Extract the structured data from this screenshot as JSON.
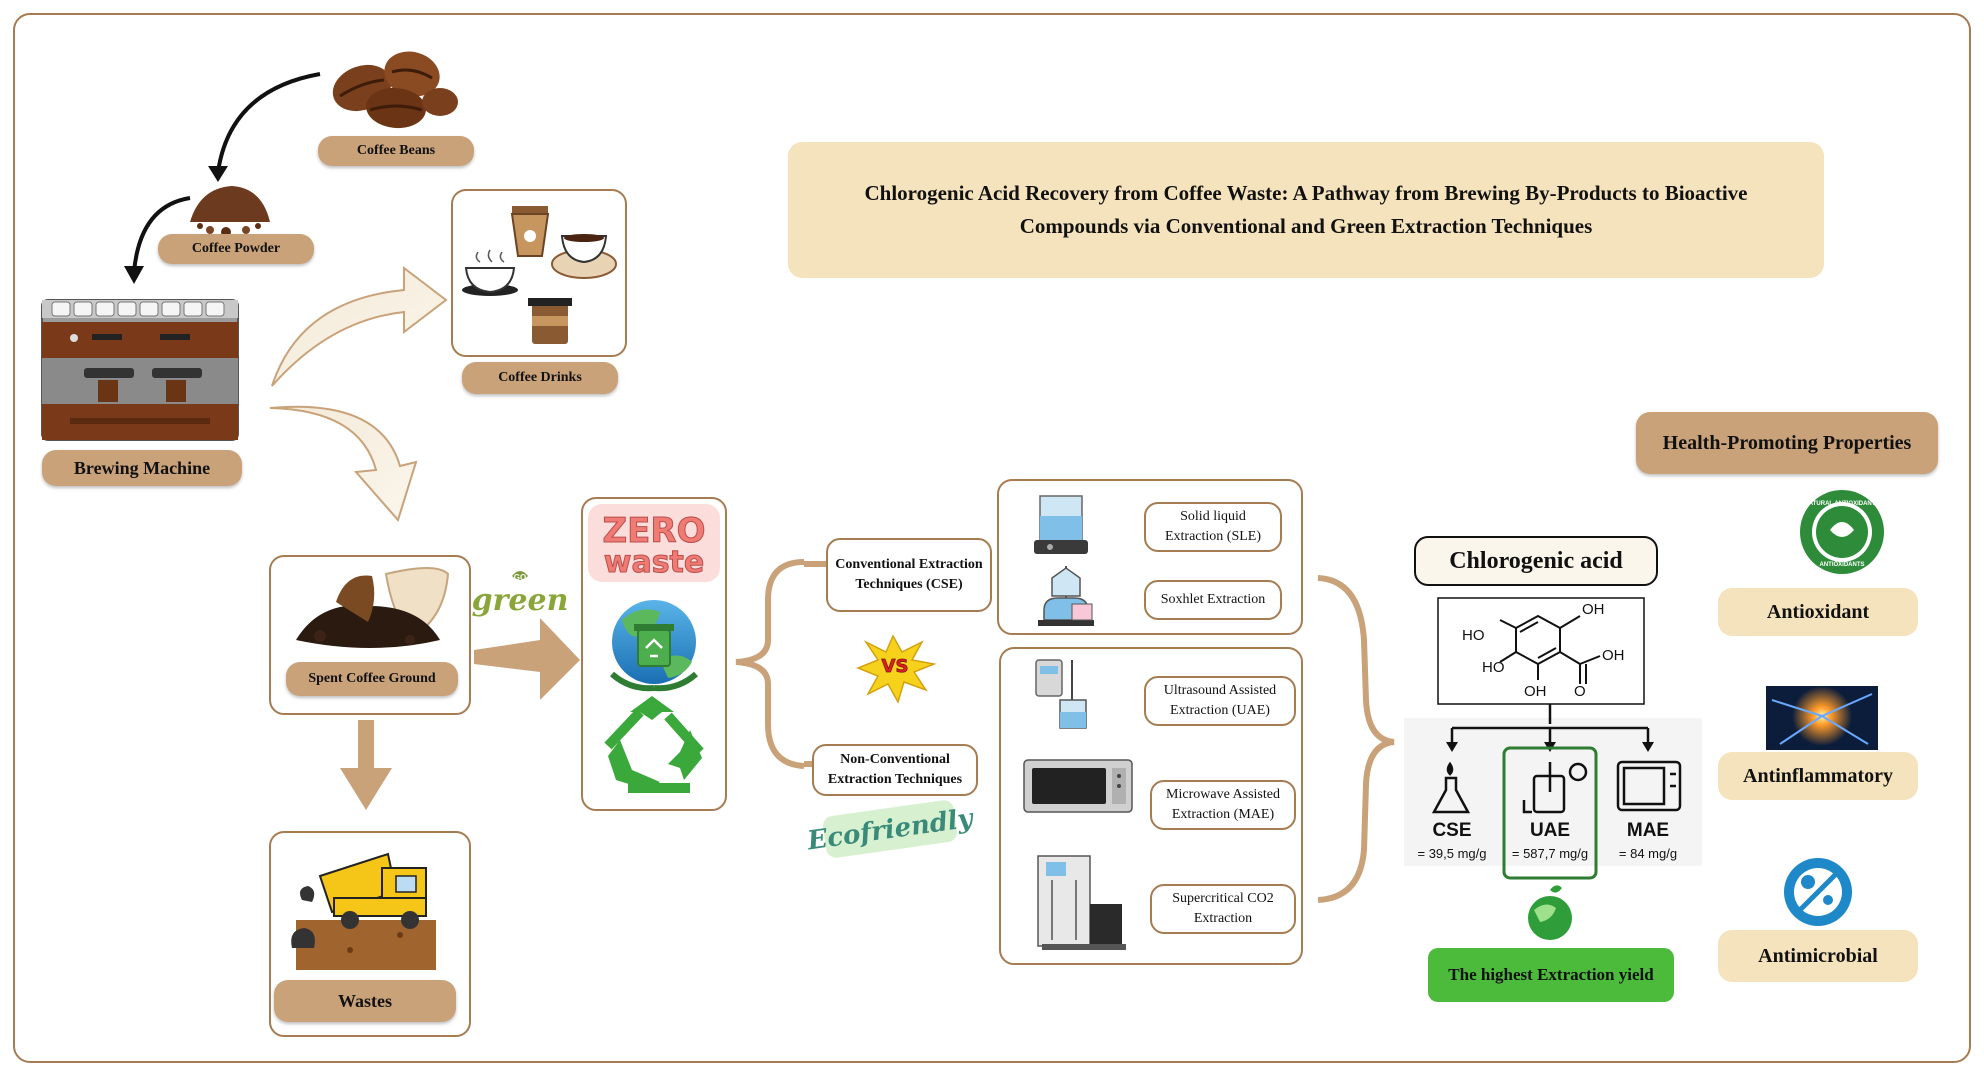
{
  "title": "Chlorogenic Acid Recovery from Coffee Waste: A Pathway from Brewing By-Products to Bioactive Compounds via Conventional and Green Extraction Techniques",
  "sources": {
    "coffee_beans": "Coffee Beans",
    "coffee_powder": "Coffee Powder",
    "brewing_machine": "Brewing Machine",
    "coffee_drinks": "Coffee Drinks",
    "spent_coffee_ground": "Spent Coffee Ground",
    "wastes": "Wastes"
  },
  "green_labels": {
    "go_green": "green",
    "go_prefix": "GO",
    "zero_waste_line1": "ZERO",
    "zero_waste_line2": "waste",
    "ecofriendly": "Ecofriendly",
    "vs": "VS"
  },
  "techniques": {
    "conventional": "Conventional Extraction Techniques (CSE)",
    "non_conventional": "Non-Conventional Extraction Techniques",
    "sle": "Solid liquid Extraction (SLE)",
    "soxhlet": "Soxhlet Extraction",
    "uae": "Ultrasound Assisted Extraction (UAE)",
    "mae": "Microwave Assisted Extraction (MAE)",
    "sc_co2": "Supercritical CO2 Extraction"
  },
  "chlorogenic": {
    "title": "Chlorogenic acid",
    "groups": {
      "oh_top": "OH",
      "ho_left": "HO",
      "ho_bottom": "HO",
      "oh_right": "OH",
      "oh_low": "OH",
      "o": "O"
    },
    "methods": [
      {
        "name": "CSE",
        "value": "= 39,5 mg/g"
      },
      {
        "name": "UAE",
        "value": "= 587,7 mg/g"
      },
      {
        "name": "MAE",
        "value": "= 84 mg/g"
      }
    ],
    "highest_label": "The highest Extraction yield"
  },
  "health": {
    "title": "Health-Promoting Properties",
    "antioxidant": "Antioxidant",
    "antinflammatory": "Antinflammatory",
    "antimicrobial": "Antimicrobial",
    "badge_text": "NATURAL ANTIOXIDANTS",
    "badge_center": "ANTIOXIDANTS"
  },
  "colors": {
    "brown_pill": "#c9a27a",
    "box_border": "#a67c52",
    "cream": "#f5e3bd",
    "green_cta": "#4cbb3c",
    "dark_green": "#2e7d32",
    "microbe_blue": "#1e88c8"
  }
}
